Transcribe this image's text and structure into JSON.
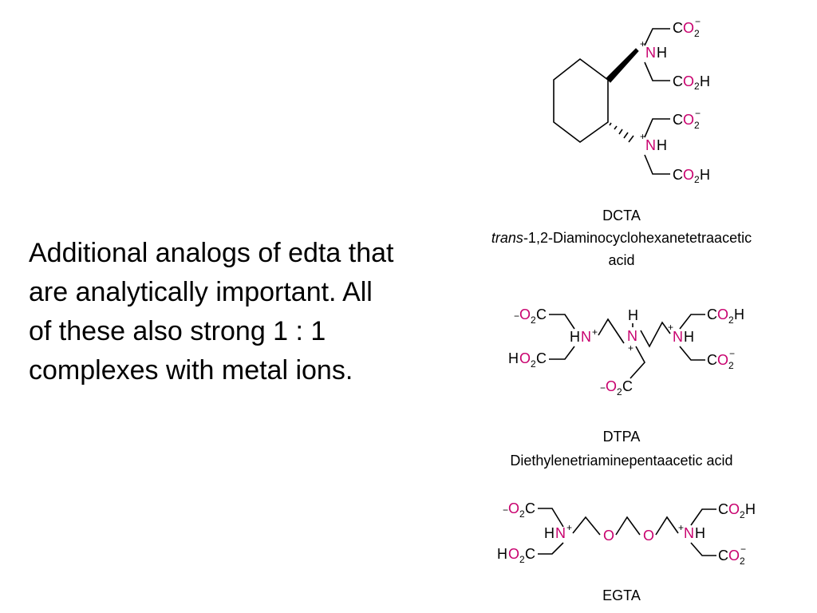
{
  "body_text": [
    "Additional analogs of edta that",
    "are analytically important.  All",
    "of these also strong 1 : 1",
    "complexes with metal ions."
  ],
  "structures": {
    "dcta": {
      "name": "DCTA",
      "full_name_italic": "trans",
      "full_name_line1": "-1,2-Diaminocyclohexanetetraacetic",
      "full_name_line2": "acid"
    },
    "dtpa": {
      "name": "DTPA",
      "full_name": "Diethylenetriaminepentaacetic acid"
    },
    "egta": {
      "name": "EGTA"
    }
  },
  "colors": {
    "text": "#000000",
    "heteroatom": "#c8006e",
    "background": "#ffffff"
  }
}
